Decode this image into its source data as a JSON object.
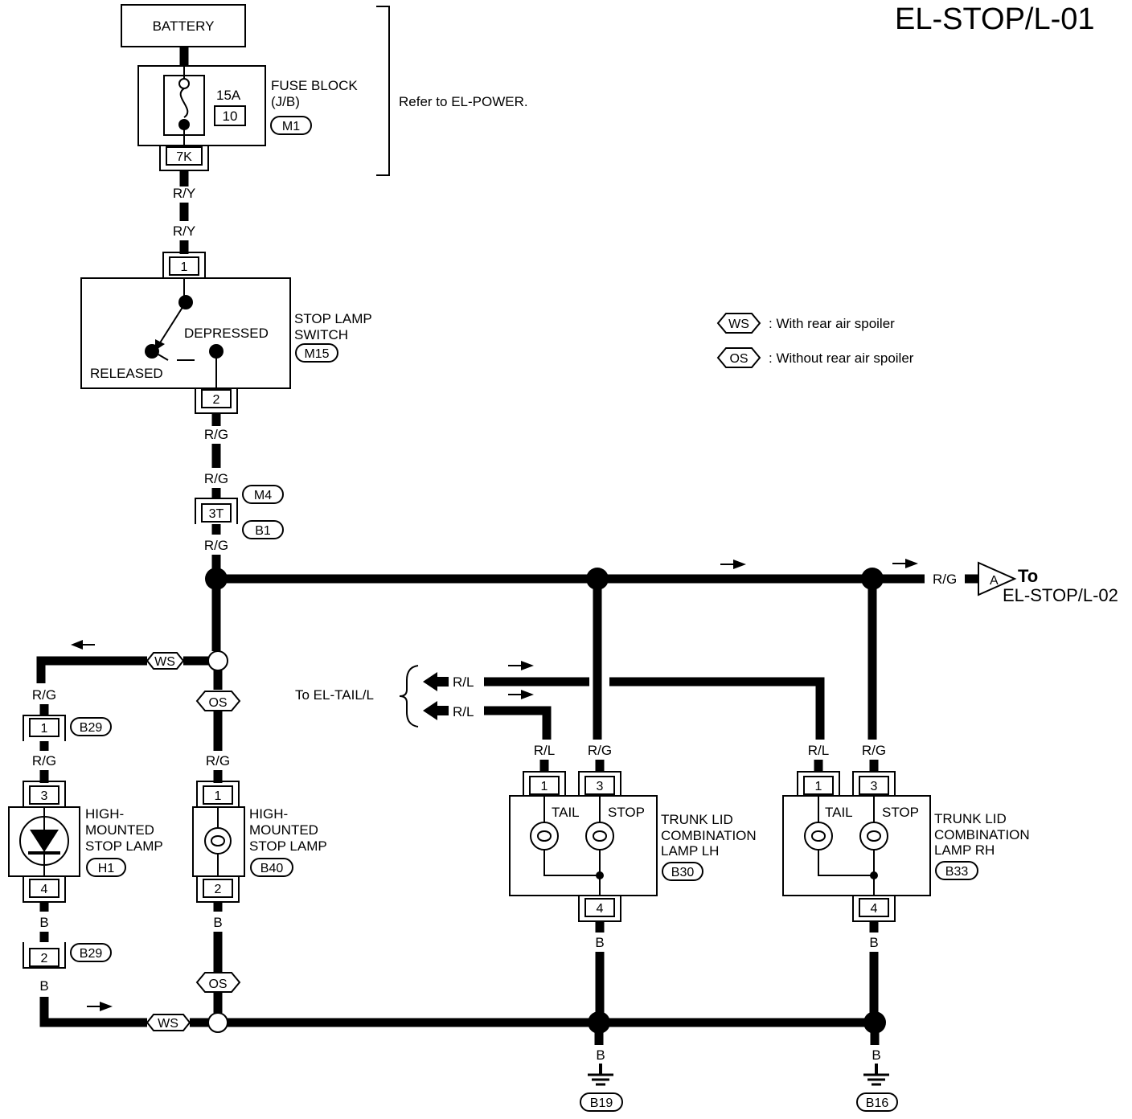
{
  "page": {
    "title": "EL-STOP/L-01",
    "note_refer": "Refer to EL-POWER."
  },
  "components": {
    "battery": "BATTERY",
    "fuse_block": {
      "name1": "FUSE BLOCK",
      "name2": "(J/B)",
      "conn": "M1",
      "rating": "15A",
      "fuse_no": "10",
      "term": "7K"
    },
    "stop_lamp_switch": {
      "name1": "STOP LAMP",
      "name2": "SWITCH",
      "conn": "M15",
      "pin_in": "1",
      "pin_out": "2",
      "state_depressed": "DEPRESSED",
      "state_released": "RELEASED"
    },
    "joint": {
      "conn_top": "M4",
      "conn_bot": "B1",
      "pin": "3T"
    },
    "hm_lamp_ws": {
      "name1": "HIGH-",
      "name2": "MOUNTED",
      "name3": "STOP LAMP",
      "conn": "H1",
      "pin_in": "3",
      "pin_out": "4"
    },
    "hm_lamp_os": {
      "name1": "HIGH-",
      "name2": "MOUNTED",
      "name3": "STOP LAMP",
      "conn": "B40",
      "pin_in": "1",
      "pin_out": "2"
    },
    "conn_b29_top": {
      "conn": "B29",
      "pin": "1"
    },
    "conn_b29_bot": {
      "conn": "B29",
      "pin": "2"
    },
    "trunk_lh": {
      "name1": "TRUNK LID",
      "name2": "COMBINATION",
      "name3": "LAMP LH",
      "conn": "B30",
      "pin_tail": "1",
      "pin_stop": "3",
      "pin_gnd": "4",
      "tail": "TAIL",
      "stop": "STOP"
    },
    "trunk_rh": {
      "name1": "TRUNK LID",
      "name2": "COMBINATION",
      "name3": "LAMP RH",
      "conn": "B33",
      "pin_tail": "1",
      "pin_stop": "3",
      "pin_gnd": "4",
      "tail": "TAIL",
      "stop": "STOP"
    },
    "ground_lh": "B19",
    "ground_rh": "B16"
  },
  "wires": {
    "ry": "R/Y",
    "rg": "R/G",
    "rl": "R/L",
    "b": "B"
  },
  "legend": {
    "ws_code": "WS",
    "ws_text": ": With rear air spoiler",
    "os_code": "OS",
    "os_text": ": Without rear air spoiler"
  },
  "offpage": {
    "connector": "A",
    "to_word": "To",
    "to_page": "EL-STOP/L-02",
    "tail_ref": "To EL-TAIL/L"
  }
}
